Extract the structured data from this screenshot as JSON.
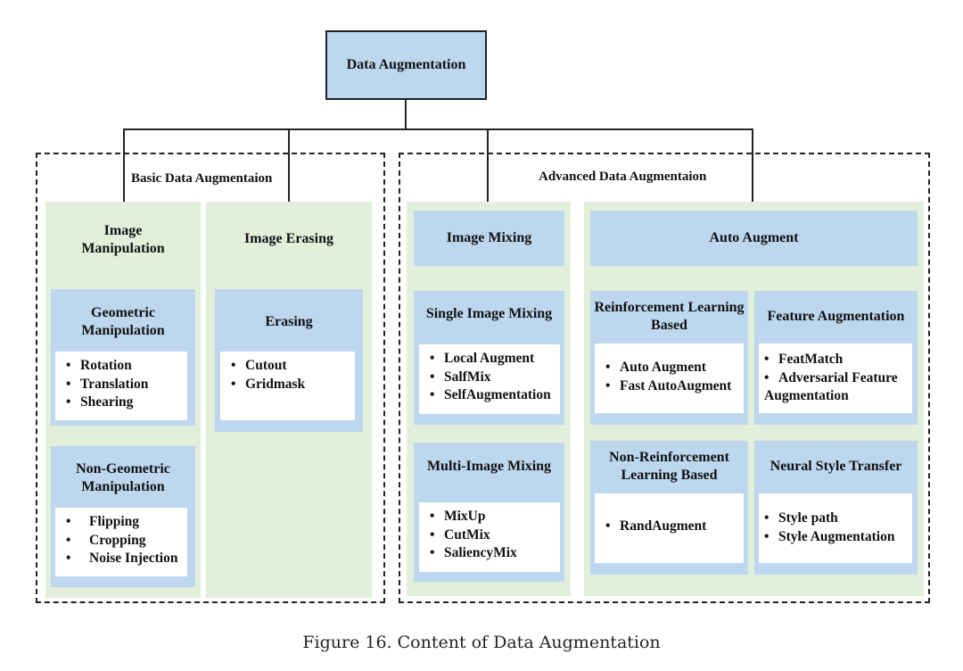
{
  "root": {
    "label": "Data Augmentation"
  },
  "basic": {
    "title": "Basic Data Augmentaion",
    "image_manipulation": {
      "title": "Image Manipulation",
      "geometric": {
        "title": "Geometric Manipulation",
        "items": [
          "Rotation",
          "Translation",
          "Shearing"
        ]
      },
      "non_geometric": {
        "title": "Non-Geometric Manipulation",
        "items": [
          "Flipping",
          "Cropping",
          "Noise Injection"
        ]
      }
    },
    "image_erasing": {
      "title": "Image Erasing",
      "erasing": {
        "title": "Erasing",
        "items": [
          "Cutout",
          "Gridmask"
        ]
      }
    }
  },
  "advanced": {
    "title": "Advanced Data Augmentaion",
    "image_mixing": {
      "title": "Image Mixing",
      "single": {
        "title": "Single Image Mixing",
        "items": [
          "Local Augment",
          "SalfMix",
          "SelfAugmentation"
        ]
      },
      "multi": {
        "title": "Multi-Image Mixing",
        "items": [
          "MixUp",
          "CutMix",
          "SaliencyMix"
        ]
      }
    },
    "auto_augment": {
      "title": "Auto Augment",
      "rl_based": {
        "title": "Reinforcement Learning Based",
        "items": [
          "Auto Augment",
          "Fast AutoAugment"
        ]
      },
      "feature_aug": {
        "title": "Feature Augmentation",
        "items": [
          "FeatMatch",
          "Adversarial Feature Augmentation"
        ]
      },
      "non_rl_based": {
        "title": "Non-Reinforcement Learning Based",
        "items": [
          "RandAugment"
        ]
      },
      "nst": {
        "title": "Neural Style Transfer",
        "items": [
          "Style path",
          "Style Augmentation"
        ]
      }
    }
  },
  "bullet": "•",
  "caption": "Figure 16. Content of Data Augmentation",
  "colors": {
    "box_blue": "#bdd7ee",
    "panel_green": "#e2efda",
    "line": "#222222"
  }
}
